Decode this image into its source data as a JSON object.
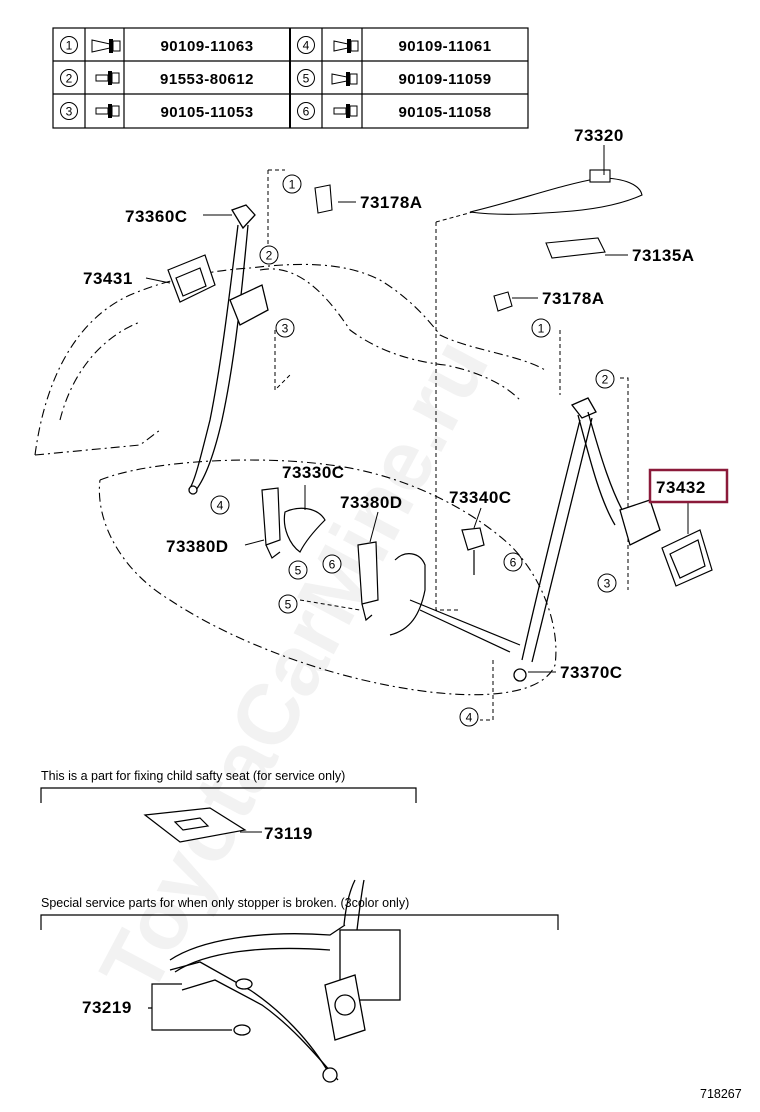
{
  "parts_table": {
    "rows": [
      [
        {
          "num": "1",
          "part": "90109-11063"
        },
        {
          "num": "4",
          "part": "90109-11061"
        }
      ],
      [
        {
          "num": "2",
          "part": "91553-80612"
        },
        {
          "num": "5",
          "part": "90109-11059"
        }
      ],
      [
        {
          "num": "3",
          "part": "90105-11053"
        },
        {
          "num": "6",
          "part": "90105-11058"
        }
      ]
    ]
  },
  "callouts": {
    "c73320": "73320",
    "c73178A_left": "73178A",
    "c73360C": "73360C",
    "c73135A": "73135A",
    "c73431": "73431",
    "c73178A_right": "73178A",
    "c73432": "73432",
    "c73330C": "73330C",
    "c73380D_mid": "73380D",
    "c73340C": "73340C",
    "c73380D_left": "73380D",
    "c73370C": "73370C",
    "c73119": "73119",
    "c73219": "73219"
  },
  "bolt_refs": {
    "r1a": "1",
    "r2a": "2",
    "r3a": "3",
    "r4a": "4",
    "r5a": "5",
    "r6a": "6",
    "r1b": "1",
    "r2b": "2",
    "r3b": "3",
    "r5b": "5",
    "r6b": "6",
    "r4b": "4"
  },
  "notes": {
    "child_seat": "This is a part for fixing child safty seat (for service only)",
    "stopper": "Special service parts for when only stopper is broken. (3color only)"
  },
  "footer": {
    "drawing_id": "718267"
  },
  "watermark": "ToyotaCarMine.ru",
  "highlight_color": "#8b1a3a"
}
